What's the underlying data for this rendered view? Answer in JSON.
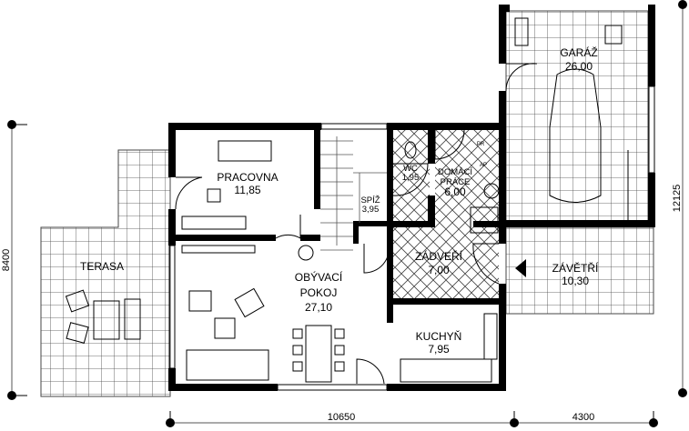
{
  "rooms": {
    "pracovna": {
      "name": "PRACOVNA",
      "area": "11,85"
    },
    "wc": {
      "name": "WC",
      "area": "1,95"
    },
    "domaci_prace": {
      "name1": "DOMÁCÍ",
      "name2": "PRÁCE",
      "area": "6,00"
    },
    "spiz": {
      "name": "SPÍŽ",
      "area": "3,95"
    },
    "zadveri": {
      "name": "ZÁDVEŘÍ",
      "area": "7,00"
    },
    "obyvaci_pokoj": {
      "name1": "OBÝVACÍ",
      "name2": "POKOJ",
      "area": "27,10"
    },
    "kuchyn": {
      "name": "KUCHYŇ",
      "area": "7,95"
    },
    "terasa": {
      "name": "TERASA"
    },
    "garaz": {
      "name": "GARÁŽ",
      "area": "26,00"
    },
    "zavetri": {
      "name": "ZÁVĚTŘÍ",
      "area": "10,30"
    }
  },
  "appliance_labels": {
    "pr": "PR",
    "ap": "AP"
  },
  "dimensions": {
    "left_height": "8400",
    "right_height": "12125",
    "bottom_main": "10650",
    "bottom_garage": "4300"
  }
}
